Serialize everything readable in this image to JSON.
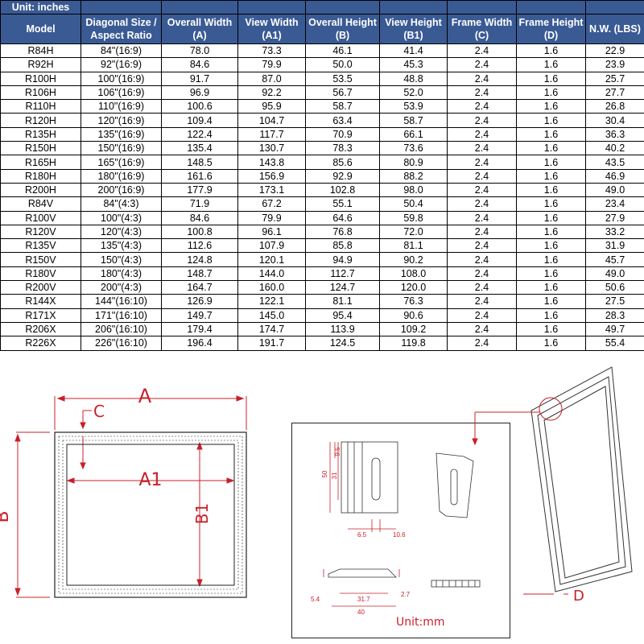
{
  "table": {
    "unit_label": "Unit: inches",
    "columns": [
      {
        "line1": "Model",
        "line2": ""
      },
      {
        "line1": "Diagonal Size /",
        "line2": "Aspect Ratio"
      },
      {
        "line1": "Overall Width",
        "line2": "(A)"
      },
      {
        "line1": "View Width",
        "line2": "(A1)"
      },
      {
        "line1": "Overall Height",
        "line2": "(B)"
      },
      {
        "line1": "View Height",
        "line2": "(B1)"
      },
      {
        "line1": "Frame Width",
        "line2": "(C)"
      },
      {
        "line1": "Frame Height",
        "line2": "(D)"
      },
      {
        "line1": "N.W. (LBS)",
        "line2": ""
      }
    ],
    "rows": [
      [
        "R84H",
        "84\"(16:9)",
        "78.0",
        "73.3",
        "46.1",
        "41.4",
        "2.4",
        "1.6",
        "22.9"
      ],
      [
        "R92H",
        "92\"(16:9)",
        "84.6",
        "79.9",
        "50.0",
        "45.3",
        "2.4",
        "1.6",
        "23.9"
      ],
      [
        "R100H",
        "100\"(16:9)",
        "91.7",
        "87.0",
        "53.5",
        "48.8",
        "2.4",
        "1.6",
        "25.7"
      ],
      [
        "R106H",
        "106\"(16:9)",
        "96.9",
        "92.2",
        "56.7",
        "52.0",
        "2.4",
        "1.6",
        "27.7"
      ],
      [
        "R110H",
        "110\"(16:9)",
        "100.6",
        "95.9",
        "58.7",
        "53.9",
        "2.4",
        "1.6",
        "26.8"
      ],
      [
        "R120H",
        "120\"(16:9)",
        "109.4",
        "104.7",
        "63.4",
        "58.7",
        "2.4",
        "1.6",
        "30.4"
      ],
      [
        "R135H",
        "135\"(16:9)",
        "122.4",
        "117.7",
        "70.9",
        "66.1",
        "2.4",
        "1.6",
        "36.3"
      ],
      [
        "R150H",
        "150\"(16:9)",
        "135.4",
        "130.7",
        "78.3",
        "73.6",
        "2.4",
        "1.6",
        "40.2"
      ],
      [
        "R165H",
        "165\"(16:9)",
        "148.5",
        "143.8",
        "85.6",
        "80.9",
        "2.4",
        "1.6",
        "43.5"
      ],
      [
        "R180H",
        "180\"(16:9)",
        "161.6",
        "156.9",
        "92.9",
        "88.2",
        "2.4",
        "1.6",
        "46.9"
      ],
      [
        "R200H",
        "200\"(16:9)",
        "177.9",
        "173.1",
        "102.8",
        "98.0",
        "2.4",
        "1.6",
        "49.0"
      ],
      [
        "R84V",
        "84\"(4:3)",
        "71.9",
        "67.2",
        "55.1",
        "50.4",
        "2.4",
        "1.6",
        "23.4"
      ],
      [
        "R100V",
        "100\"(4:3)",
        "84.6",
        "79.9",
        "64.6",
        "59.8",
        "2.4",
        "1.6",
        "27.9"
      ],
      [
        "R120V",
        "120\"(4:3)",
        "100.8",
        "96.1",
        "76.8",
        "72.0",
        "2.4",
        "1.6",
        "33.2"
      ],
      [
        "R135V",
        "135\"(4:3)",
        "112.6",
        "107.9",
        "85.8",
        "81.1",
        "2.4",
        "1.6",
        "31.9"
      ],
      [
        "R150V",
        "150\"(4:3)",
        "124.8",
        "120.1",
        "94.9",
        "90.2",
        "2.4",
        "1.6",
        "45.7"
      ],
      [
        "R180V",
        "180\"(4:3)",
        "148.7",
        "144.0",
        "112.7",
        "108.0",
        "2.4",
        "1.6",
        "49.0"
      ],
      [
        "R200V",
        "200\"(4:3)",
        "164.7",
        "160.0",
        "124.7",
        "120.0",
        "2.4",
        "1.6",
        "50.6"
      ],
      [
        "R144X",
        "144\"(16:10)",
        "126.9",
        "122.1",
        "81.1",
        "76.3",
        "2.4",
        "1.6",
        "27.5"
      ],
      [
        "R171X",
        "171\"(16:10)",
        "149.7",
        "145.0",
        "95.4",
        "90.6",
        "2.4",
        "1.6",
        "28.3"
      ],
      [
        "R206X",
        "206\"(16:10)",
        "179.4",
        "174.7",
        "113.9",
        "109.2",
        "2.4",
        "1.6",
        "49.7"
      ],
      [
        "R226X",
        "226\"(16:10)",
        "196.4",
        "191.7",
        "124.5",
        "119.8",
        "2.4",
        "1.6",
        "55.4"
      ]
    ]
  },
  "frame_drawing": {
    "label_a": "A",
    "label_a1": "A1",
    "label_b": "B",
    "label_b1": "B1",
    "label_c": "C"
  },
  "bracket_drawing": {
    "dims": {
      "d9_5": "9.5",
      "d50": "50",
      "d31": "31",
      "d6_5": "6.5",
      "d10_6": "10.6",
      "d5_4": "5.4",
      "d31_7": "31.7",
      "d2_7": "2.7",
      "d40": "40"
    },
    "unit_label": "Unit:mm"
  },
  "perspective_drawing": {
    "label_d": "D"
  },
  "colors": {
    "header_bg": "#3a5a94",
    "dimension_red": "#c8202a"
  }
}
